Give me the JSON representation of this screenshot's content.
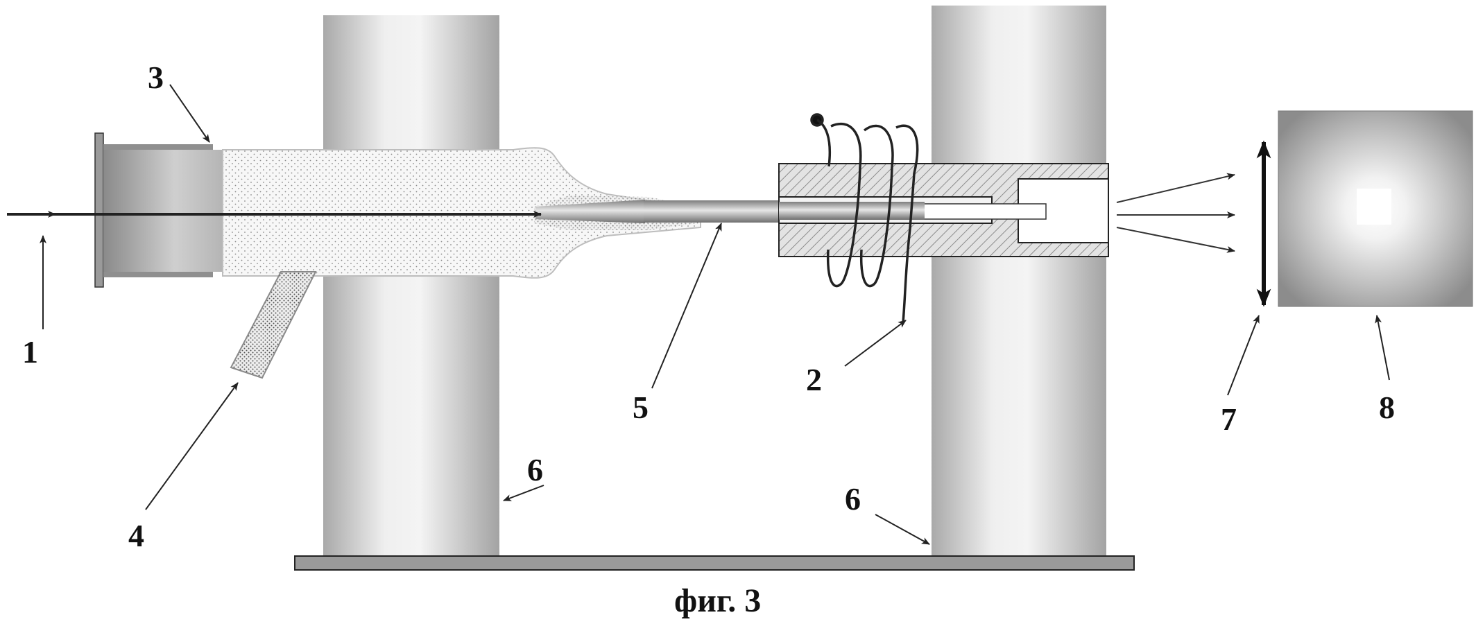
{
  "figure": {
    "caption": "фиг. 3",
    "labels": {
      "beam_in": "1",
      "coil_wire": "2",
      "housing": "3",
      "side_port": "4",
      "fiber": "5",
      "support_left": "6",
      "support_right": "6",
      "lens": "7",
      "screen": "8"
    }
  }
}
